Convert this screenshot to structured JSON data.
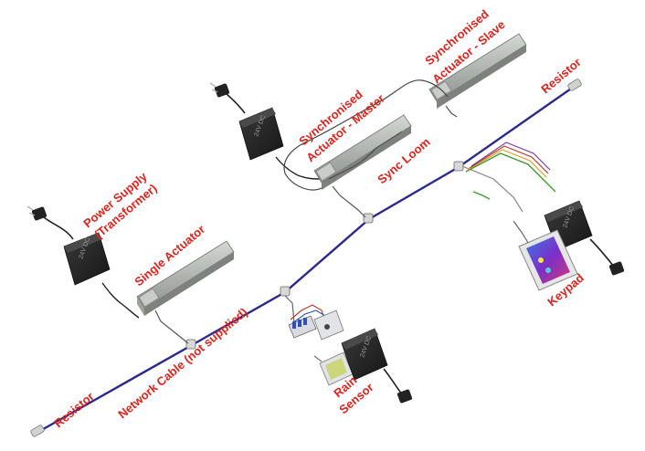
{
  "labels": {
    "power_supply_line1": "Power Supply",
    "power_supply_line2": "(Transformer)",
    "single_actuator": "Single Actuator",
    "sync_master_line1": "Synchronised",
    "sync_master_line2": "Actuator - Master",
    "sync_slave_line1": "Synchronised",
    "sync_slave_line2": "Actuator - Slave",
    "sync_loom": "Sync Loom",
    "resistor_top": "Resistor",
    "resistor_bottom": "Resistor",
    "network_cable": "Network Cable (not supplied)",
    "rain_sensor_line1": "Rain",
    "rain_sensor_line2": "Sensor",
    "keypad": "Keypad",
    "psu_marking": "24V DC"
  },
  "colors": {
    "label": "#e0221b",
    "network_cable": "#2b2a8c",
    "device_body": "#2a2a2a",
    "actuator_body": "#b5b9b5"
  }
}
